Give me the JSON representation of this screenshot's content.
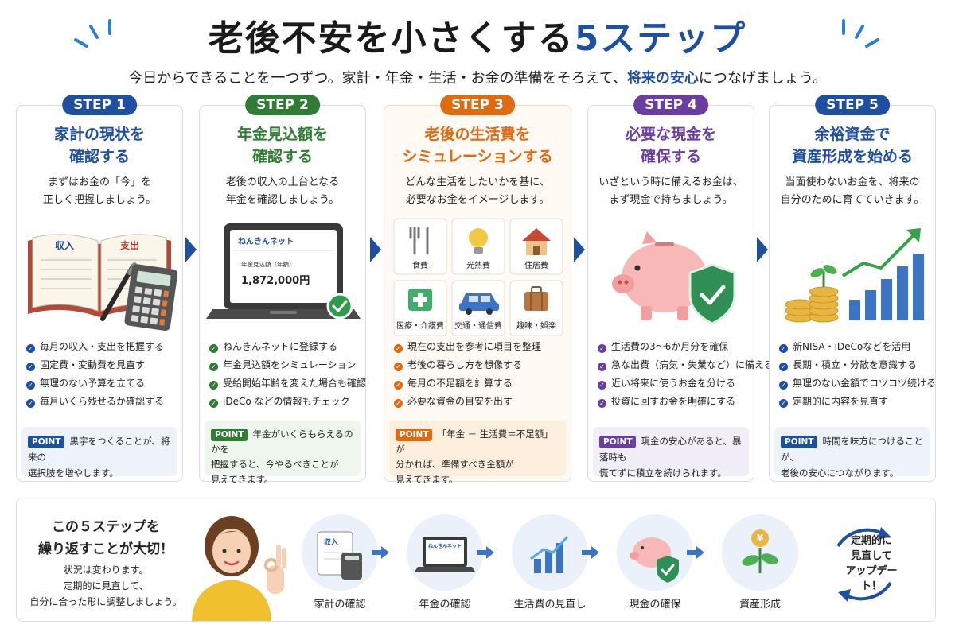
{
  "title": {
    "main": "老後不安を小さくする",
    "highlight": "5ステップ"
  },
  "subtitle": {
    "before": "今日からできることを一つずつ。家計・年金・生活・お金の準備をそろえて、",
    "highlight": "将来の安心",
    "after": "につなげましょう。"
  },
  "colors": {
    "step1": "#1f4fa0",
    "step2": "#2e7d32",
    "step3": "#e06a10",
    "step4": "#6a3ea1",
    "step5": "#1f4fa0"
  },
  "steps": [
    {
      "badge": "STEP 1",
      "title1": "家計の現状を",
      "title2": "確認する",
      "desc1": "まずはお金の「今」を",
      "desc2": "正しく把握しましょう。",
      "illus": {
        "left_page": "収入",
        "right_page": "支出"
      },
      "bullets": [
        "毎月の収入・支出を把握する",
        "固定費・変動費を見直す",
        "無理のない予算を立てる",
        "毎月いくら残せるか確認する"
      ],
      "point_label": "POINT",
      "point1": "黒字をつくることが、将来の",
      "point2": "選択肢を増やします。"
    },
    {
      "badge": "STEP 2",
      "title1": "年金見込額を",
      "title2": "確認する",
      "desc1": "老後の収入の土台となる",
      "desc2": "年金を確認しましょう。",
      "illus": {
        "site": "ねんきんネット",
        "label": "年金見込額（年額）",
        "amount": "1,872,000円"
      },
      "bullets": [
        "ねんきんネットに登録する",
        "年金見込額をシミュレーション",
        "受給開始年齢を変えた場合も確認",
        "iDeCo などの情報もチェック"
      ],
      "point_label": "POINT",
      "point1": "年金がいくらもらえるのかを",
      "point2": "把握すると、今やるべきことが",
      "point3": "見えてきます。"
    },
    {
      "badge": "STEP 3",
      "title1": "老後の生活費を",
      "title2": "シミュレーションする",
      "desc1": "どんな生活をしたいかを基に、",
      "desc2": "必要なお金をイメージします。",
      "tiles": [
        "食費",
        "光熱費",
        "住居費",
        "医療・介護費",
        "交通・通信費",
        "趣味・娯楽"
      ],
      "bullets": [
        "現在の支出を参考に項目を整理",
        "老後の暮らし方を想像する",
        "毎月の不足額を計算する",
        "必要な資金の目安を出す"
      ],
      "point_label": "POINT",
      "point1": "「年金 － 生活費＝不足額」が",
      "point2": "分かれば、準備すべき金額が",
      "point3": "見えてきます。"
    },
    {
      "badge": "STEP 4",
      "title1": "必要な現金を",
      "title2": "確保する",
      "desc1": "いざという時に備えるお金は、",
      "desc2": "まず現金で持ちましょう。",
      "bullets": [
        "生活費の3～6か月分を確保",
        "急な出費（病気・失業など）に備える",
        "近い将来に使うお金を分ける",
        "投資に回すお金を明確にする"
      ],
      "point_label": "POINT",
      "point1": "現金の安心があると、暴落時も",
      "point2": "慌てずに積立を続けられます。"
    },
    {
      "badge": "STEP 5",
      "title1": "余裕資金で",
      "title2": "資産形成を始める",
      "desc1": "当面使わないお金を、将来の",
      "desc2": "自分のために育てていきます。",
      "bullets": [
        "新NISA・iDeCoなどを活用",
        "長期・積立・分散を意識する",
        "無理のない金額でコツコツ続ける",
        "定期的に内容を見直す"
      ],
      "point_label": "POINT",
      "point1": "時間を味方につけることが、",
      "point2": "老後の安心につながります。"
    }
  ],
  "bottom": {
    "title1": "この５ステップを",
    "title2": "繰り返すことが大切！",
    "desc1": "状況は変わります。",
    "desc2": "定期的に見直して、",
    "desc3": "自分に合った形に調整しましょう。",
    "flow": [
      "家計の確認",
      "年金の確認",
      "生活費の見直し",
      "現金の確保",
      "資産形成"
    ],
    "flow_notebook": "収入",
    "flow_site": "ねんきんネット",
    "cycle1": "定期的に",
    "cycle2": "見直して",
    "cycle3": "アップデート！"
  }
}
